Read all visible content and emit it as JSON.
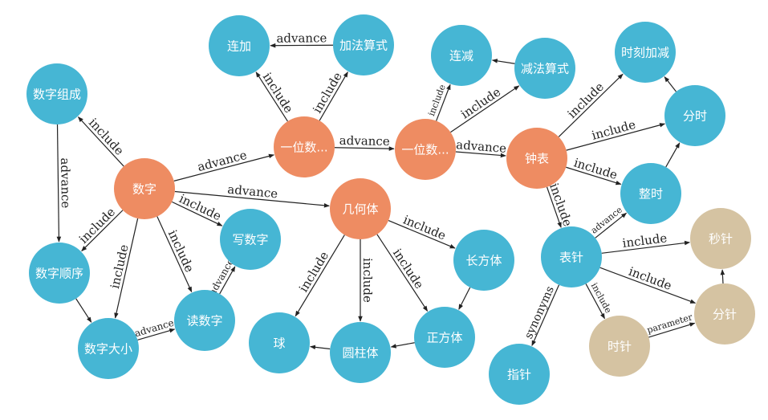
{
  "colors": {
    "blue": "#46b6d4",
    "orange": "#ee8c62",
    "tan": "#d5c3a2",
    "edge": "#222222"
  },
  "nodes": {
    "lianjia": {
      "label": "连加",
      "color": "blue"
    },
    "jiafa": {
      "label": "加法算式",
      "color": "blue"
    },
    "lianjian": {
      "label": "连减",
      "color": "blue"
    },
    "jianfa": {
      "label": "减法算式",
      "color": "blue"
    },
    "shike": {
      "label": "时刻加减",
      "color": "blue"
    },
    "fenshi": {
      "label": "分时",
      "color": "blue"
    },
    "zuc": {
      "label": "数字组成",
      "color": "blue"
    },
    "yiwei1": {
      "label": "一位数...",
      "color": "orange"
    },
    "yiwei2": {
      "label": "一位数...",
      "color": "orange"
    },
    "zhongbiao": {
      "label": "钟表",
      "color": "orange"
    },
    "shuzi": {
      "label": "数字",
      "color": "orange"
    },
    "zhengshi": {
      "label": "整时",
      "color": "blue"
    },
    "jihe": {
      "label": "几何体",
      "color": "orange"
    },
    "xieshuzi": {
      "label": "写数字",
      "color": "blue"
    },
    "miaozhen": {
      "label": "秒针",
      "color": "tan"
    },
    "shunxu": {
      "label": "数字顺序",
      "color": "blue"
    },
    "changfang": {
      "label": "长方体",
      "color": "blue"
    },
    "biaozhen": {
      "label": "表针",
      "color": "blue"
    },
    "fenzhen": {
      "label": "分针",
      "color": "tan"
    },
    "dushuzi": {
      "label": "读数字",
      "color": "blue"
    },
    "qiu": {
      "label": "球",
      "color": "blue"
    },
    "zhengfang": {
      "label": "正方体",
      "color": "blue"
    },
    "daxiao": {
      "label": "数字大小",
      "color": "blue"
    },
    "yuanzhu": {
      "label": "圆柱体",
      "color": "blue"
    },
    "shizhen": {
      "label": "时针",
      "color": "tan"
    },
    "zhizhen": {
      "label": "指针",
      "color": "blue"
    }
  },
  "edges": [
    {
      "from": "jiafa",
      "to": "lianjia",
      "label": "advance"
    },
    {
      "from": "yiwei1",
      "to": "lianjia",
      "label": "include"
    },
    {
      "from": "yiwei1",
      "to": "jiafa",
      "label": "include"
    },
    {
      "from": "yiwei2",
      "to": "lianjian",
      "label": "include"
    },
    {
      "from": "yiwei2",
      "to": "jianfa",
      "label": "include"
    },
    {
      "from": "jianfa",
      "to": "lianjian",
      "label": ""
    },
    {
      "from": "shuzi",
      "to": "zuc",
      "label": "include"
    },
    {
      "from": "zuc",
      "to": "shunxu",
      "label": "advance"
    },
    {
      "from": "shuzi",
      "to": "yiwei1",
      "label": "advance"
    },
    {
      "from": "yiwei1",
      "to": "yiwei2",
      "label": "advance"
    },
    {
      "from": "yiwei2",
      "to": "zhongbiao",
      "label": "advance"
    },
    {
      "from": "zhongbiao",
      "to": "shike",
      "label": "include"
    },
    {
      "from": "zhongbiao",
      "to": "fenshi",
      "label": "include"
    },
    {
      "from": "zhongbiao",
      "to": "zhengshi",
      "label": "include"
    },
    {
      "from": "fenshi",
      "to": "shike",
      "label": ""
    },
    {
      "from": "zhengshi",
      "to": "fenshi",
      "label": ""
    },
    {
      "from": "shuzi",
      "to": "jihe",
      "label": "advance"
    },
    {
      "from": "shuzi",
      "to": "shunxu",
      "label": "include"
    },
    {
      "from": "shuzi",
      "to": "daxiao",
      "label": "include"
    },
    {
      "from": "shuzi",
      "to": "dushuzi",
      "label": "include"
    },
    {
      "from": "shuzi",
      "to": "xieshuzi",
      "label": "include"
    },
    {
      "from": "shunxu",
      "to": "daxiao",
      "label": ""
    },
    {
      "from": "daxiao",
      "to": "dushuzi",
      "label": "advance"
    },
    {
      "from": "dushuzi",
      "to": "xieshuzi",
      "label": "advance"
    },
    {
      "from": "jihe",
      "to": "qiu",
      "label": "include"
    },
    {
      "from": "jihe",
      "to": "yuanzhu",
      "label": "include"
    },
    {
      "from": "jihe",
      "to": "zhengfang",
      "label": "include"
    },
    {
      "from": "jihe",
      "to": "changfang",
      "label": "include"
    },
    {
      "from": "changfang",
      "to": "zhengfang",
      "label": ""
    },
    {
      "from": "zhengfang",
      "to": "yuanzhu",
      "label": ""
    },
    {
      "from": "yuanzhu",
      "to": "qiu",
      "label": ""
    },
    {
      "from": "zhongbiao",
      "to": "biaozhen",
      "label": "include"
    },
    {
      "from": "biaozhen",
      "to": "zhengshi",
      "label": "advance"
    },
    {
      "from": "biaozhen",
      "to": "miaozhen",
      "label": "include"
    },
    {
      "from": "biaozhen",
      "to": "fenzhen",
      "label": "include"
    },
    {
      "from": "biaozhen",
      "to": "shizhen",
      "label": "include"
    },
    {
      "from": "biaozhen",
      "to": "zhizhen",
      "label": "synonyms"
    },
    {
      "from": "shizhen",
      "to": "fenzhen",
      "label": "parameter"
    },
    {
      "from": "fenzhen",
      "to": "miaozhen",
      "label": ""
    }
  ]
}
